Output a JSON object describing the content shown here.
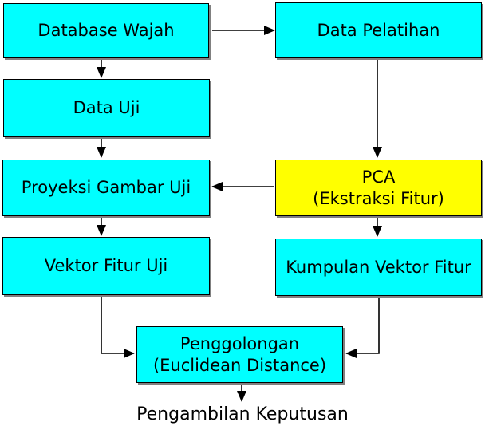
{
  "diagram": {
    "type": "flowchart",
    "nodes": {
      "database_wajah": {
        "label": "Database Wajah"
      },
      "data_pelatihan": {
        "label": "Data Pelatihan"
      },
      "data_uji": {
        "label": "Data Uji"
      },
      "proyeksi_gambar_uji": {
        "label": "Proyeksi Gambar Uji"
      },
      "pca": {
        "label": "PCA",
        "sublabel": "(Ekstraksi Fitur)"
      },
      "vektor_fitur_uji": {
        "label": "Vektor Fitur Uji"
      },
      "kumpulan_vektor_fitur": {
        "label": "Kumpulan Vektor Fitur"
      },
      "penggolongan": {
        "label": "Penggolongan",
        "sublabel": "(Euclidean Distance)"
      },
      "pengambilan_keputusan": {
        "label": "Pengambilan Keputusan"
      }
    },
    "edges": [
      {
        "from": "Database Wajah",
        "to": "Data Pelatihan"
      },
      {
        "from": "Database Wajah",
        "to": "Data Uji"
      },
      {
        "from": "Data Uji",
        "to": "Proyeksi Gambar Uji"
      },
      {
        "from": "Data Pelatihan",
        "to": "PCA (Ekstraksi Fitur)"
      },
      {
        "from": "PCA (Ekstraksi Fitur)",
        "to": "Proyeksi Gambar Uji"
      },
      {
        "from": "Proyeksi Gambar Uji",
        "to": "Vektor Fitur Uji"
      },
      {
        "from": "PCA (Ekstraksi Fitur)",
        "to": "Kumpulan Vektor Fitur"
      },
      {
        "from": "Vektor Fitur Uji",
        "to": "Penggolongan (Euclidean Distance)"
      },
      {
        "from": "Kumpulan Vektor Fitur",
        "to": "Penggolongan (Euclidean Distance)"
      },
      {
        "from": "Penggolongan (Euclidean Distance)",
        "to": "Pengambilan Keputusan"
      }
    ],
    "colors": {
      "process_fill": "#00ffff",
      "highlight_fill": "#ffff00",
      "border": "#000000",
      "arrow": "#000000",
      "shadow": "#808080",
      "background": "#ffffff"
    }
  }
}
